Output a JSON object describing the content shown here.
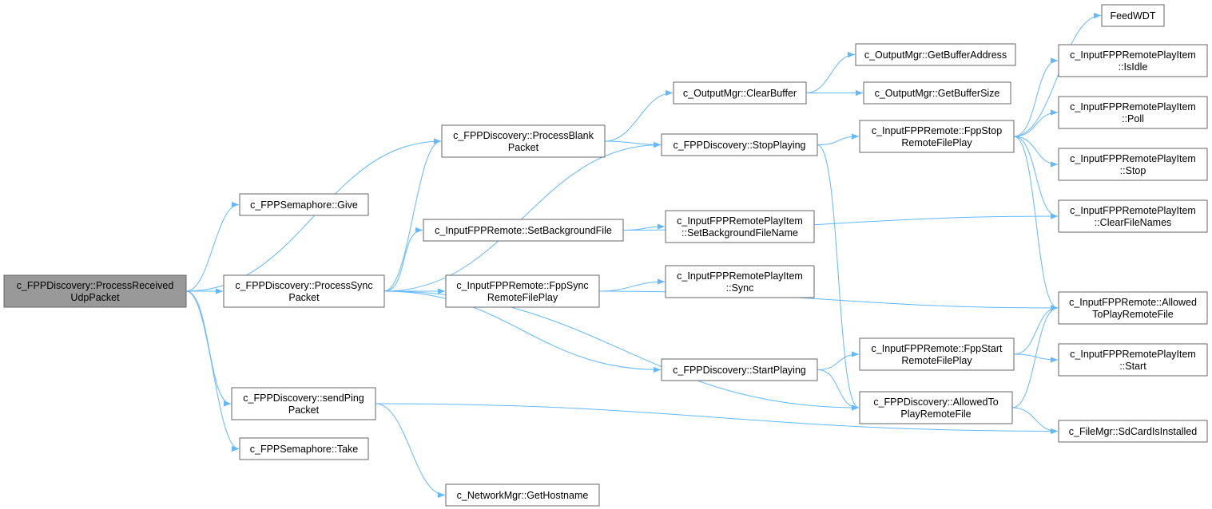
{
  "colors": {
    "edge": "#63b8ff",
    "node_border": "#666666",
    "root_fill": "#999999",
    "node_fill": "#ffffff"
  },
  "nodes": [
    {
      "id": "root",
      "lines": [
        "c_FPPDiscovery::ProcessReceived",
        "UdpPacket"
      ],
      "root": true
    },
    {
      "id": "give",
      "lines": [
        "c_FPPSemaphore::Give"
      ]
    },
    {
      "id": "psync",
      "lines": [
        "c_FPPDiscovery::ProcessSync",
        "Packet"
      ]
    },
    {
      "id": "sendping",
      "lines": [
        "c_FPPDiscovery::sendPing",
        "Packet"
      ]
    },
    {
      "id": "take",
      "lines": [
        "c_FPPSemaphore::Take"
      ]
    },
    {
      "id": "pblank",
      "lines": [
        "c_FPPDiscovery::ProcessBlank",
        "Packet"
      ]
    },
    {
      "id": "setbg",
      "lines": [
        "c_InputFPPRemote::SetBackgroundFile"
      ]
    },
    {
      "id": "fppsync",
      "lines": [
        "c_InputFPPRemote::FppSync",
        "RemoteFilePlay"
      ]
    },
    {
      "id": "gethost",
      "lines": [
        "c_NetworkMgr::GetHostname"
      ]
    },
    {
      "id": "clearbuf",
      "lines": [
        "c_OutputMgr::ClearBuffer"
      ]
    },
    {
      "id": "stopplay",
      "lines": [
        "c_FPPDiscovery::StopPlaying"
      ]
    },
    {
      "id": "setbgname",
      "lines": [
        "c_InputFPPRemotePlayItem",
        "::SetBackgroundFileName"
      ]
    },
    {
      "id": "sync",
      "lines": [
        "c_InputFPPRemotePlayItem",
        "::Sync"
      ]
    },
    {
      "id": "startplay",
      "lines": [
        "c_FPPDiscovery::StartPlaying"
      ]
    },
    {
      "id": "bufaddr",
      "lines": [
        "c_OutputMgr::GetBufferAddress"
      ]
    },
    {
      "id": "bufsize",
      "lines": [
        "c_OutputMgr::GetBufferSize"
      ]
    },
    {
      "id": "fppstop",
      "lines": [
        "c_InputFPPRemote::FppStop",
        "RemoteFilePlay"
      ]
    },
    {
      "id": "fppstart",
      "lines": [
        "c_InputFPPRemote::FppStart",
        "RemoteFilePlay"
      ]
    },
    {
      "id": "allowedto",
      "lines": [
        "c_FPPDiscovery::AllowedTo",
        "PlayRemoteFile"
      ]
    },
    {
      "id": "feedwdt",
      "lines": [
        "FeedWDT"
      ]
    },
    {
      "id": "isidle",
      "lines": [
        "c_InputFPPRemotePlayItem",
        "::IsIdle"
      ]
    },
    {
      "id": "poll",
      "lines": [
        "c_InputFPPRemotePlayItem",
        "::Poll"
      ]
    },
    {
      "id": "stop",
      "lines": [
        "c_InputFPPRemotePlayItem",
        "::Stop"
      ]
    },
    {
      "id": "clearfn",
      "lines": [
        "c_InputFPPRemotePlayItem",
        "::ClearFileNames"
      ]
    },
    {
      "id": "allowedremote",
      "lines": [
        "c_InputFPPRemote::Allowed",
        "ToPlayRemoteFile"
      ]
    },
    {
      "id": "start",
      "lines": [
        "c_InputFPPRemotePlayItem",
        "::Start"
      ]
    },
    {
      "id": "sdcard",
      "lines": [
        "c_FileMgr::SdCardIsInstalled"
      ]
    }
  ],
  "edges": [
    [
      "root",
      "give"
    ],
    [
      "root",
      "psync"
    ],
    [
      "root",
      "sendping"
    ],
    [
      "root",
      "take"
    ],
    [
      "root",
      "pblank"
    ],
    [
      "psync",
      "pblank"
    ],
    [
      "psync",
      "setbg"
    ],
    [
      "psync",
      "fppsync"
    ],
    [
      "psync",
      "stopplay"
    ],
    [
      "psync",
      "startplay"
    ],
    [
      "psync",
      "allowedto"
    ],
    [
      "sendping",
      "gethost"
    ],
    [
      "sendping",
      "sdcard"
    ],
    [
      "pblank",
      "clearbuf"
    ],
    [
      "pblank",
      "stopplay"
    ],
    [
      "setbg",
      "setbgname"
    ],
    [
      "setbg",
      "clearfn"
    ],
    [
      "fppsync",
      "sync"
    ],
    [
      "fppsync",
      "allowedremote"
    ],
    [
      "clearbuf",
      "bufaddr"
    ],
    [
      "clearbuf",
      "bufsize"
    ],
    [
      "stopplay",
      "fppstop"
    ],
    [
      "stopplay",
      "allowedto"
    ],
    [
      "startplay",
      "fppstart"
    ],
    [
      "startplay",
      "allowedto"
    ],
    [
      "fppstop",
      "feedwdt"
    ],
    [
      "fppstop",
      "isidle"
    ],
    [
      "fppstop",
      "poll"
    ],
    [
      "fppstop",
      "stop"
    ],
    [
      "fppstop",
      "clearfn"
    ],
    [
      "fppstop",
      "allowedremote"
    ],
    [
      "fppstart",
      "allowedremote"
    ],
    [
      "fppstart",
      "start"
    ],
    [
      "allowedto",
      "allowedremote"
    ],
    [
      "allowedto",
      "sdcard"
    ]
  ]
}
